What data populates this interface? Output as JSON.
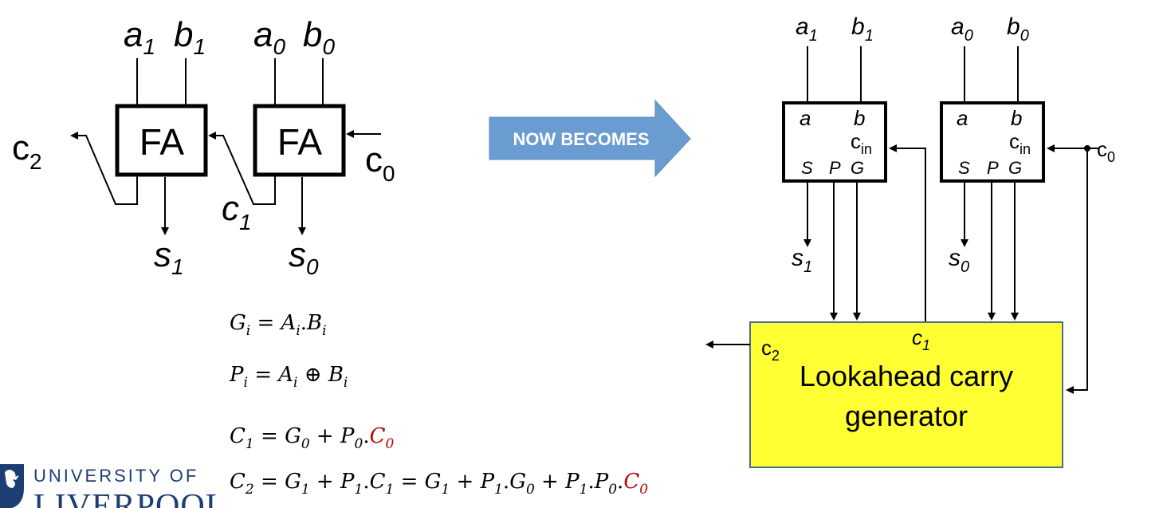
{
  "left_diagram": {
    "fa1": {
      "label": "FA",
      "a": "a",
      "a_sub": "1",
      "b": "b",
      "b_sub": "1",
      "s": "s",
      "s_sub": "1",
      "carry_out": "c",
      "carry_out_sub": "2"
    },
    "fa0": {
      "label": "FA",
      "a": "a",
      "a_sub": "0",
      "b": "b",
      "b_sub": "0",
      "s": "s",
      "s_sub": "0",
      "carry_in": "c",
      "carry_in_sub": "0",
      "carry_out": "c",
      "carry_out_sub": "1"
    }
  },
  "transition_arrow": {
    "text": "NOW BECOMES",
    "color": "#6a9bd1"
  },
  "right_diagram": {
    "block1": {
      "in_a": "a",
      "in_a_sub": "1",
      "in_b": "b",
      "in_b_sub": "1",
      "port_a": "a",
      "port_b": "b",
      "port_cin": "c",
      "port_cin_sub": "in",
      "port_s": "S",
      "port_p": "P",
      "port_g": "G",
      "out_s": "s",
      "out_s_sub": "1"
    },
    "block0": {
      "in_a": "a",
      "in_a_sub": "0",
      "in_b": "b",
      "in_b_sub": "0",
      "port_a": "a",
      "port_b": "b",
      "port_cin": "c",
      "port_cin_sub": "in",
      "port_s": "S",
      "port_p": "P",
      "port_g": "G",
      "out_s": "s",
      "out_s_sub": "0",
      "carry_in": "c",
      "carry_in_sub": "0"
    },
    "generator": {
      "line1": "Lookahead carry",
      "line2": "generator",
      "c1": "c",
      "c1_sub": "1",
      "c2": "c",
      "c2_sub": "2",
      "color": "#ffff33"
    }
  },
  "equations": {
    "g": {
      "lhs": "G",
      "lhs_sub": "i",
      "rhs1": "A",
      "rhs1_sub": "i",
      "rhs2": "B",
      "rhs2_sub": "i"
    },
    "p": {
      "lhs": "P",
      "lhs_sub": "i",
      "rhs1": "A",
      "rhs1_sub": "i",
      "op": "⊕",
      "rhs2": "B",
      "rhs2_sub": "i"
    },
    "c1": {
      "text": "C",
      "sub": "1",
      "highlight_color": "#c00000"
    },
    "c2": {
      "text": "C",
      "sub": "2"
    }
  },
  "logo": {
    "line1": "UNIVERSITY OF",
    "line2": "LIVERPOOL",
    "emblem": "liver-bird-crest"
  }
}
